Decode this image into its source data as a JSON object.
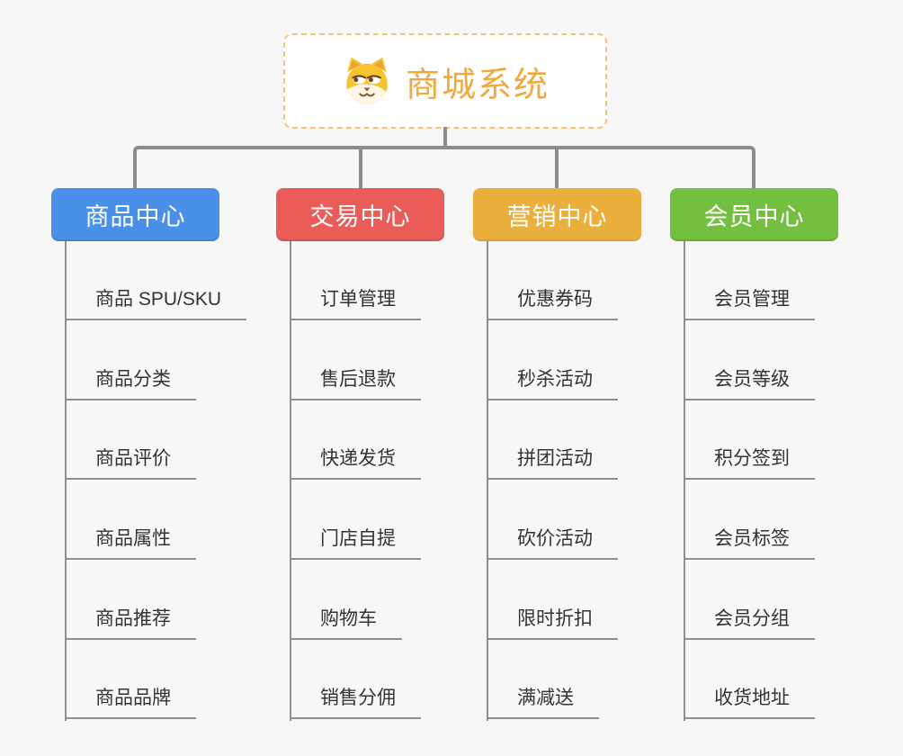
{
  "page": {
    "background_color": "#f7f7f7",
    "connector_color": "#8c8c8c",
    "underline_color": "#8f8f8f",
    "item_text_color": "#333333"
  },
  "root": {
    "title": "商城系统",
    "icon": "dog-face-icon",
    "border_color": "#f6c276",
    "text_color": "#f0a93e"
  },
  "branches": [
    {
      "label": "商品中心",
      "color": "#4a90e9",
      "items": [
        "商品 SPU/SKU",
        "商品分类",
        "商品评价",
        "商品属性",
        "商品推荐",
        "商品品牌"
      ]
    },
    {
      "label": "交易中心",
      "color": "#e95c57",
      "items": [
        "订单管理",
        "售后退款",
        "快递发货",
        "门店自提",
        "购物车",
        "销售分佣"
      ]
    },
    {
      "label": "营销中心",
      "color": "#ebaf3e",
      "items": [
        "优惠券码",
        "秒杀活动",
        "拼团活动",
        "砍价活动",
        "限时折扣",
        "满减送"
      ]
    },
    {
      "label": "会员中心",
      "color": "#73bf40",
      "items": [
        "会员管理",
        "会员等级",
        "积分签到",
        "会员标签",
        "会员分组",
        "收货地址"
      ]
    }
  ]
}
